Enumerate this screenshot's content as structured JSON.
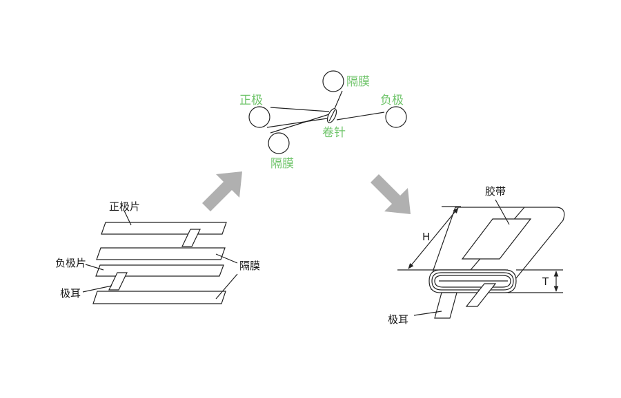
{
  "colors": {
    "label_accent": "#6fc46a",
    "arrow": "#b0b0b0",
    "stroke": "#222222"
  },
  "left_stack": {
    "positive_plate": "正极片",
    "negative_plate": "负极片",
    "separator": "隔膜",
    "tab": "极耳"
  },
  "winding": {
    "separator_top": "隔膜",
    "positive": "正极",
    "negative": "负极",
    "mandrel": "卷针",
    "separator_bottom": "隔膜"
  },
  "cell": {
    "tape": "胶带",
    "height_dim": "H",
    "thickness_dim": "T",
    "tab": "极耳"
  },
  "arrows": {
    "up_icon": "arrow-up-right-icon",
    "down_icon": "arrow-down-right-icon"
  }
}
